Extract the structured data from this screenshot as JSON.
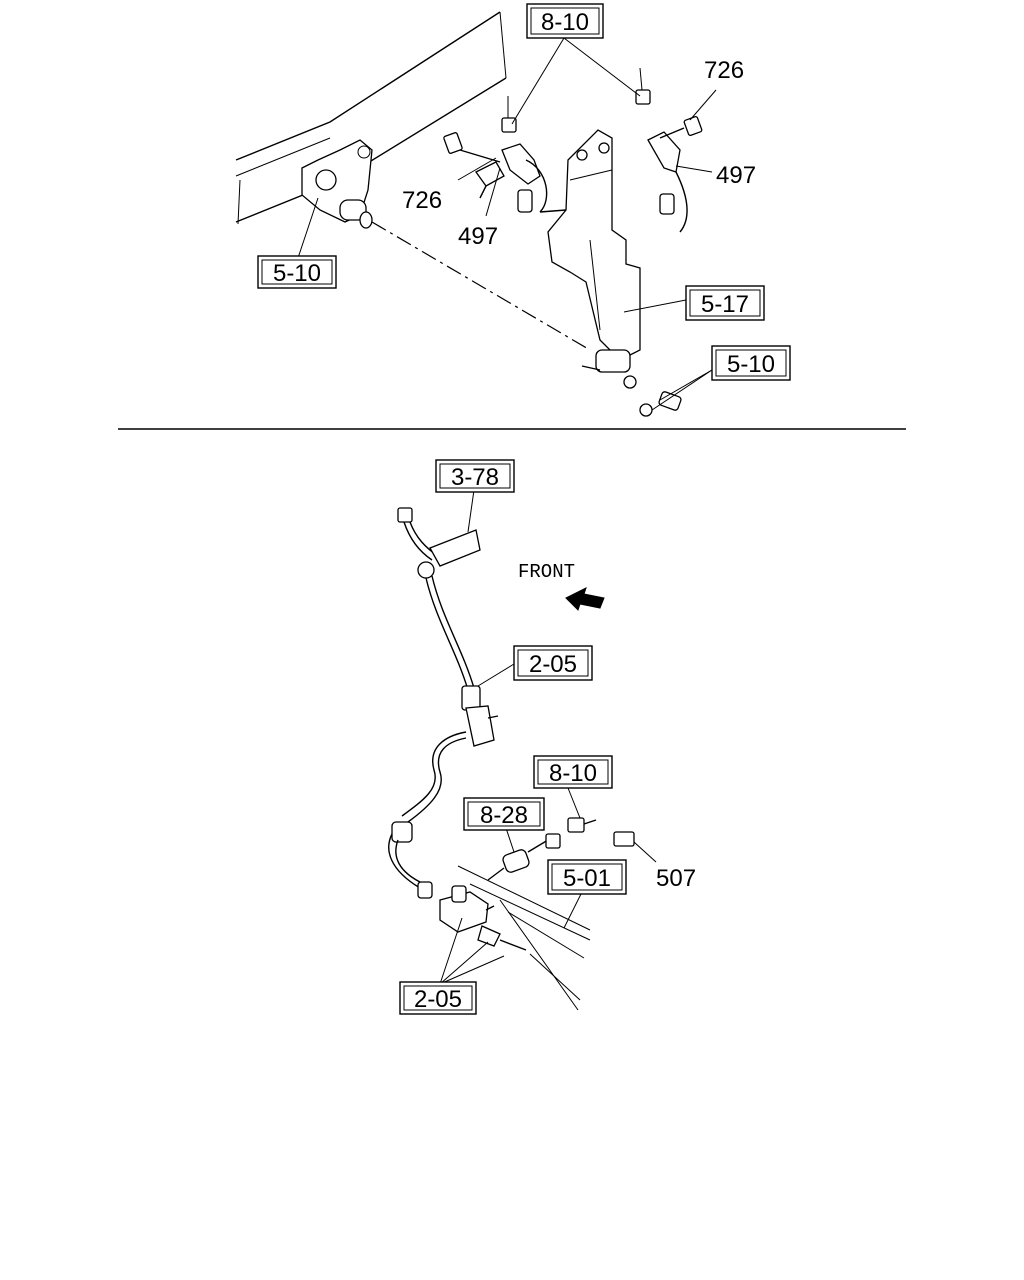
{
  "labels": {
    "top_8_10": "8-10",
    "top_726_right": "726",
    "top_497_right": "497",
    "top_726_left": "726",
    "top_497_left": "497",
    "top_5_10_left": "5-10",
    "top_5_17": "5-17",
    "top_5_10_right": "5-10",
    "bot_3_78": "3-78",
    "bot_front": "FRONT",
    "bot_2_05_upper": "2-05",
    "bot_8_10": "8-10",
    "bot_8_28": "8-28",
    "bot_507": "507",
    "bot_5_01": "5-01",
    "bot_2_05_lower": "2-05"
  }
}
